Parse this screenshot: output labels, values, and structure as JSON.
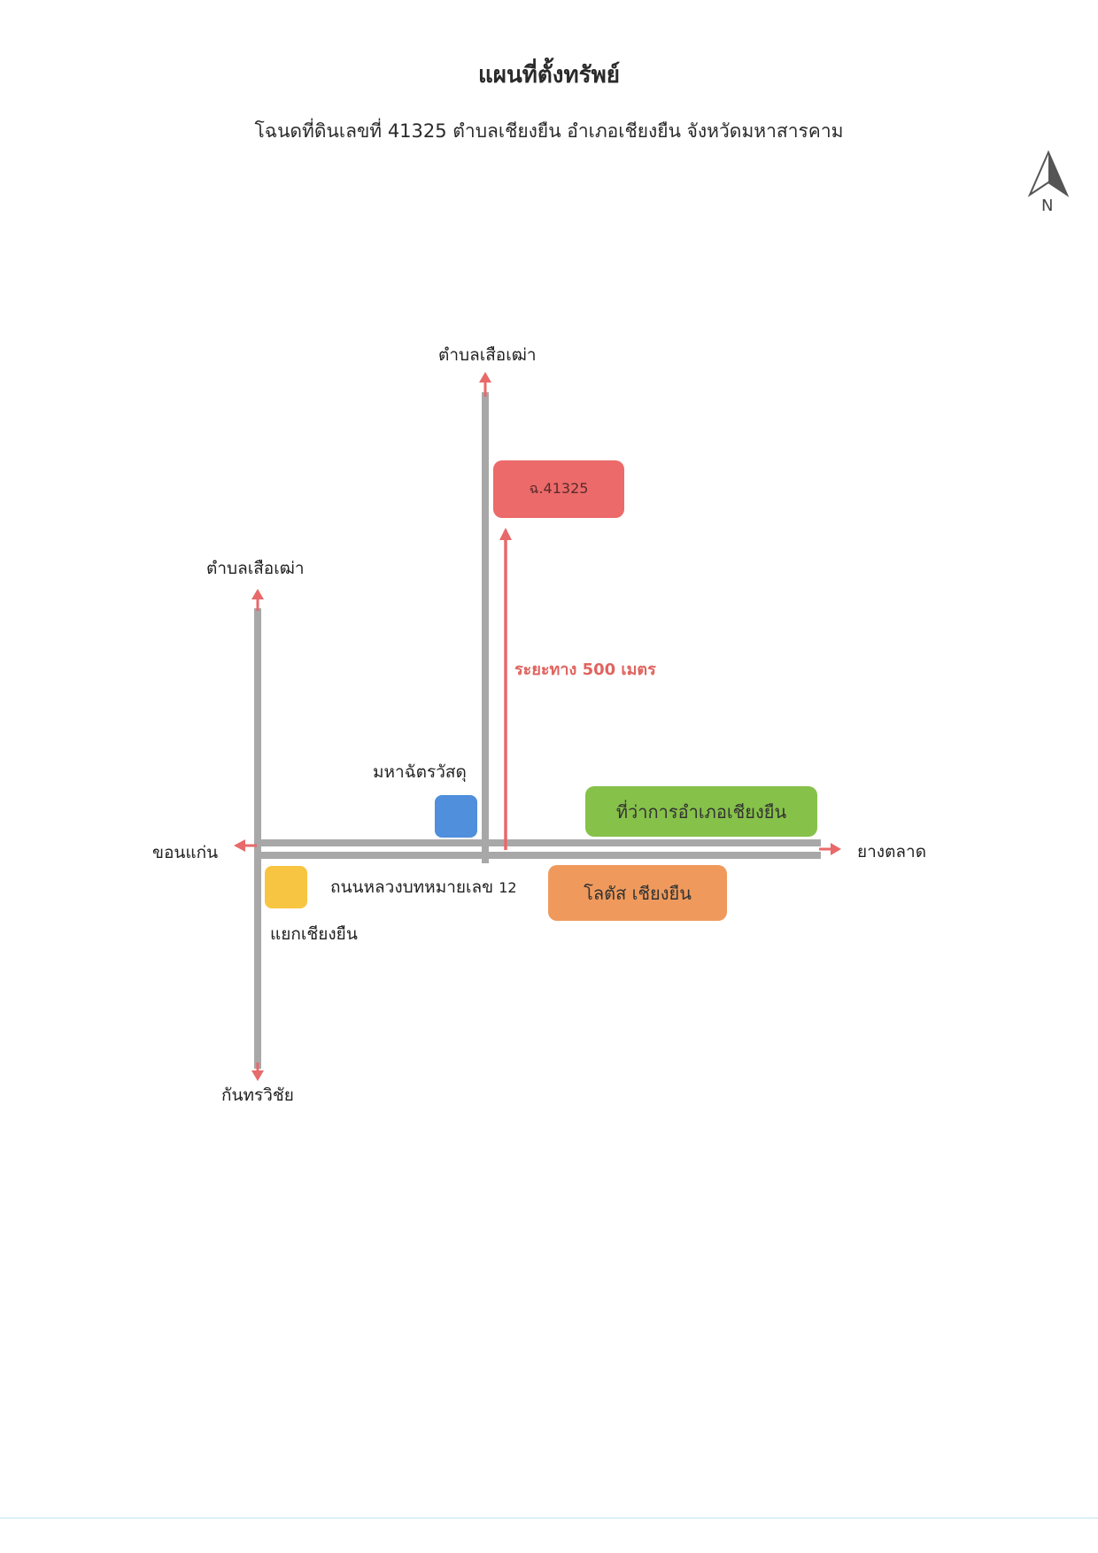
{
  "header": {
    "title": "แผนที่ตั้งทรัพย์",
    "subtitle": "โฉนดที่ดินเลขที่ 41325 ตำบลเชียงยืน อำเภอเชียงยืน จังหวัดมหาสารคาม"
  },
  "compass": {
    "letter": "N"
  },
  "directions": {
    "north_center": "ตำบลเสือเฒ่า",
    "north_left": "ตำบลเสือเฒ่า",
    "west": "ขอนแก่น",
    "east": "ยางตลาด",
    "south": "กันทรวิชัย"
  },
  "landmarks": {
    "parcel": "ฉ.41325",
    "distance": "ระยะทาง 500 เมตร",
    "hardware_label": "มหาฉัตรวัสดุ",
    "district_office": "ที่ว่าการอำเภอเชียงยืน",
    "lotus": "โลตัส เชียงยืน",
    "junction": "แยกเชียงยืน",
    "highway": "ถนนหลวงบทหมายเลข",
    "highway_number": "12"
  },
  "colors": {
    "road": "#a8a8a8",
    "arrow": "#e8696a",
    "parcel": "#ec6a6a",
    "hardware": "#4f8fdc",
    "district_office": "#86c14a",
    "lotus": "#ef9a5c",
    "junction": "#f8c542"
  }
}
